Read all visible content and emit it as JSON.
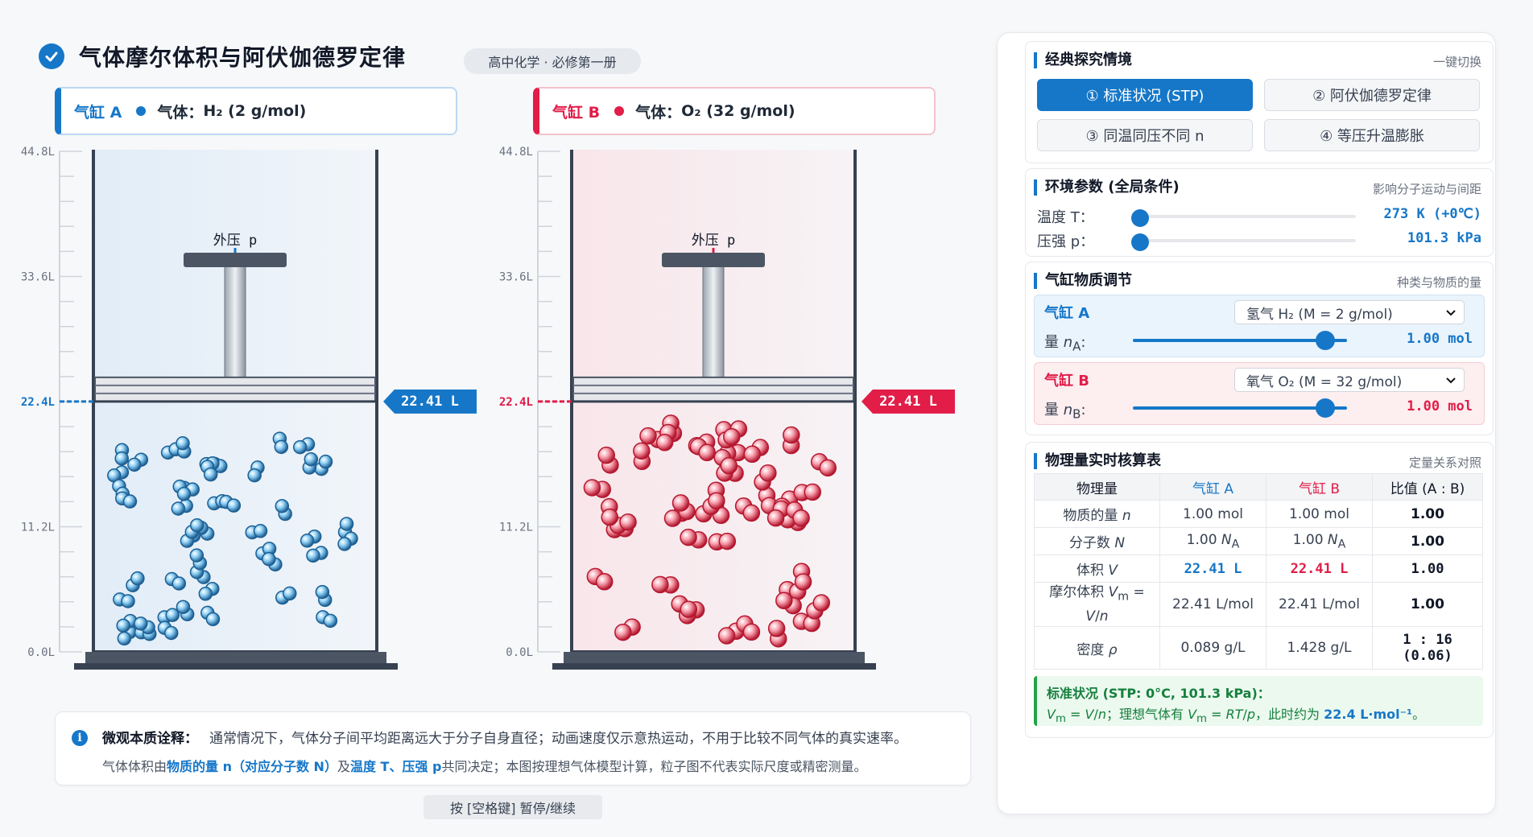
{
  "header": {
    "title": "气体摩尔体积与阿伏伽德罗定律",
    "course_badge": "高中化学 · 必修第一册"
  },
  "cylinder_a": {
    "name": "气缸 A",
    "gas_label": "气体：",
    "gas_formula": "H₂ (2 g/mol)",
    "volume_tag": "22.41  L",
    "piston_label": "外压 p",
    "volume_liters": 22.41,
    "color": "#1677c8",
    "molecule_count": 48
  },
  "cylinder_b": {
    "name": "气缸 B",
    "gas_label": "气体：",
    "gas_formula": "O₂ (32 g/mol)",
    "volume_tag": "22.41  L",
    "piston_label": "外压 p",
    "volume_liters": 22.41,
    "color": "#e11d48",
    "molecule_count": 48
  },
  "scale": {
    "ticks": [
      "0.0L",
      "11.2L",
      "22.4L",
      "33.6L",
      "44.8L"
    ],
    "max_liters": 44.8
  },
  "info": {
    "icon": "info-icon",
    "label": "微观本质诠释：",
    "line1": "通常情况下，气体分子间平均距离远大于分子自身直径；动画速度仅示意热运动，不用于比较不同气体的真实速率。",
    "line2_part1": "气体体积由",
    "line2_hl1": "物质的量 n（对应分子数 N）",
    "line2_part2": "及",
    "line2_hl2": "温度 T、压强 p",
    "line2_part3": "共同决定；本图按理想气体模型计算，粒子图不代表实际尺度或精密测量。"
  },
  "space_hint": "按 [空格键] 暂停/继续",
  "panel": {
    "scenarios": {
      "title": "经典探究情境",
      "right": "一键切换",
      "buttons": [
        "① 标准状况 (STP)",
        "② 阿伏伽德罗定律",
        "③ 同温同压不同 n",
        "④ 等压升温膨胀"
      ],
      "active_index": 0
    },
    "environment": {
      "title": "环境参数 (全局条件)",
      "right": "影响分子运动与间距",
      "temp_label": "温度 T：",
      "temp_value": "273 K (+0℃)",
      "temp_fraction": 0.0,
      "pressure_label": "压强 p：",
      "pressure_value": "101.3 kPa",
      "pressure_fraction": 0.0
    },
    "substances": {
      "title": "气缸物质调节",
      "right": "种类与物质的量",
      "a_name": "气缸 A",
      "a_select": "氢气 H₂ (M = 2 g/mol)",
      "a_amount_label": "量 nA:",
      "a_value": "1.00 mol",
      "a_fraction": 0.9,
      "b_name": "气缸 B",
      "b_select": "氧气 O₂ (M = 32 g/mol)",
      "b_amount_label": "量 nB:",
      "b_value": "1.00 mol",
      "b_fraction": 0.9
    },
    "table": {
      "title": "物理量实时核算表",
      "right": "定量关系对照",
      "headers": [
        "物理量",
        "气缸 A",
        "气缸 B",
        "比值 (A : B)"
      ],
      "rows": [
        [
          "物质的量 n",
          "1.00 mol",
          "1.00 mol",
          "1.00"
        ],
        [
          "分子数 N",
          "1.00 NA",
          "1.00 NA",
          "1.00"
        ],
        [
          "体积 V",
          "22.41  L",
          "22.41  L",
          "1.00"
        ],
        [
          "摩尔体积 Vm = V/n",
          "22.41 L/mol",
          "22.41 L/mol",
          "1.00"
        ],
        [
          "密度 ρ",
          "0.089 g/L",
          "1.428 g/L",
          "1 : 16 (0.06)"
        ]
      ],
      "note_line1": "标准状况 (STP: 0°C, 101.3 kPa)：",
      "note_line2_part1": "Vm = V/n；理想气体有 Vm = RT/p，此时约为 ",
      "note_line2_hl": "22.4 L·mol⁻¹",
      "note_line2_part2": "。"
    }
  }
}
